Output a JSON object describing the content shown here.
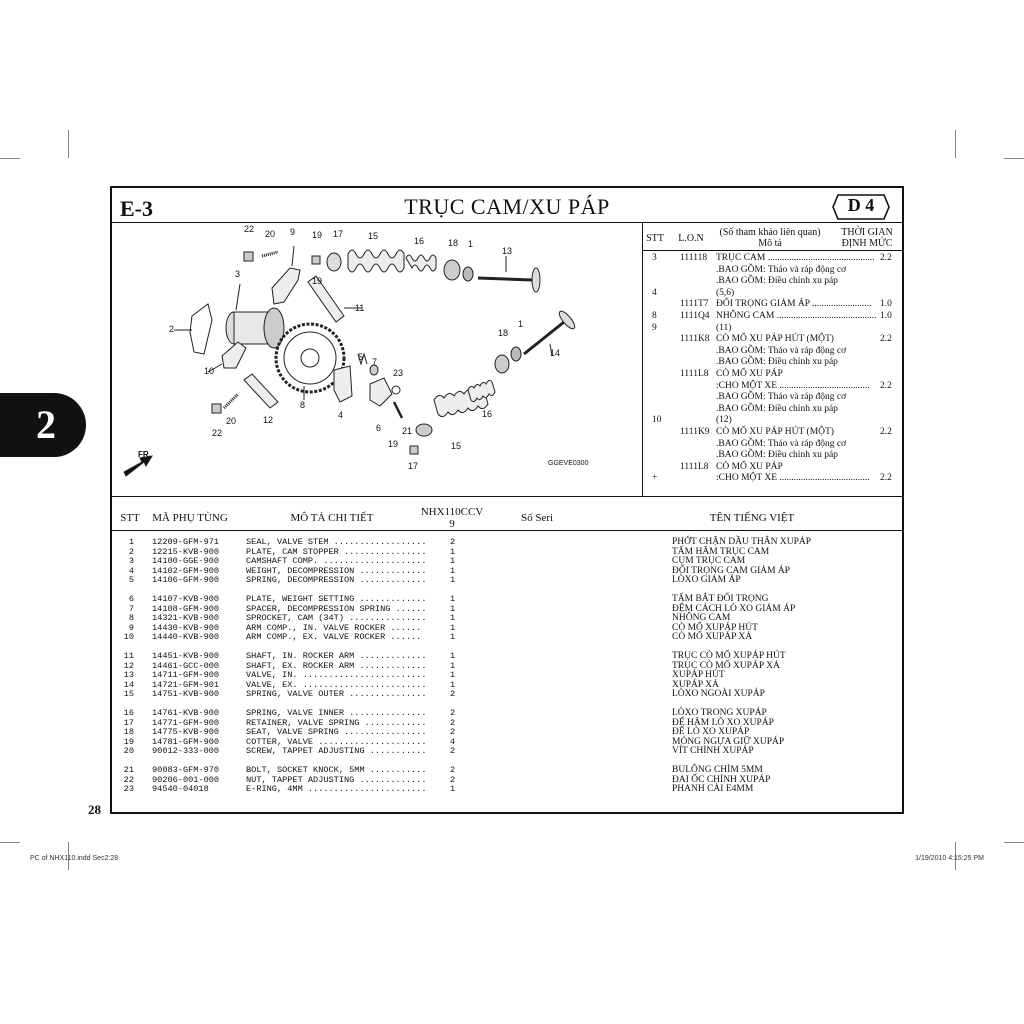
{
  "section_tab": "2",
  "header": {
    "code": "E-3",
    "title": "TRỤC CAM/XU PÁP",
    "badge": "D 4"
  },
  "diagram": {
    "image_code": "GGEVE0300",
    "front_label": "FR.",
    "callouts": [
      "22",
      "20",
      "9",
      "19",
      "17",
      "15",
      "16",
      "18",
      "1",
      "13",
      "3",
      "19",
      "11",
      "2",
      "18",
      "1",
      "14",
      "5",
      "7",
      "23",
      "10",
      "8",
      "4",
      "22",
      "20",
      "12",
      "6",
      "21",
      "16",
      "19",
      "17",
      "15"
    ]
  },
  "ref_table": {
    "headers": {
      "stt": "STT",
      "lon": "L.O.N",
      "desc_top": "(Số tham khảo liên quan)",
      "desc": "Mô tả",
      "time_top": "THỜI GIAN",
      "time": "ĐỊNH MỨC"
    },
    "rows": [
      {
        "stt": "3",
        "code": "111118",
        "desc": "TRỤC CAM .............................................",
        "time": "2.2"
      },
      {
        "stt": "",
        "code": "",
        "desc": ".BAO GỒM: Tháo và ráp động cơ",
        "time": ""
      },
      {
        "stt": "",
        "code": "",
        "desc": ".BAO GỒM: Điều chỉnh xu páp",
        "time": ""
      },
      {
        "stt": "4",
        "code": "",
        "desc": "(5,6)",
        "time": ""
      },
      {
        "stt": "",
        "code": "1111T7",
        "desc": "ĐỐI TRỌNG GIẢM ÁP .........................",
        "time": "1.0"
      },
      {
        "stt": "8",
        "code": "1111Q4",
        "desc": "NHÔNG CAM ..........................................",
        "time": "1.0"
      },
      {
        "stt": "9",
        "code": "",
        "desc": "(11)",
        "time": ""
      },
      {
        "stt": "",
        "code": "1111K8",
        "desc": "CÒ MỔ XU PÁP HÚT (MỘT)",
        "time": "2.2"
      },
      {
        "stt": "",
        "code": "",
        "desc": ".BAO GỒM: Tháo và ráp động cơ",
        "time": ""
      },
      {
        "stt": "",
        "code": "",
        "desc": ".BAO GỒM: Điều chỉnh xu páp",
        "time": ""
      },
      {
        "stt": "",
        "code": "1111L8",
        "desc": "CÒ MỔ XU PÁP",
        "time": ""
      },
      {
        "stt": "",
        "code": "",
        "desc": ":CHO MỘT XE ......................................",
        "time": "2.2"
      },
      {
        "stt": "",
        "code": "",
        "desc": ".BAO GỒM: Tháo và ráp động cơ",
        "time": ""
      },
      {
        "stt": "",
        "code": "",
        "desc": ".BAO GỒM: Điều chỉnh xu páp",
        "time": ""
      },
      {
        "stt": "10",
        "code": "",
        "desc": "(12)",
        "time": ""
      },
      {
        "stt": "",
        "code": "1111K9",
        "desc": "CÒ MỔ XU PÁP HÚT (MỘT)",
        "time": "2.2"
      },
      {
        "stt": "",
        "code": "",
        "desc": ".BAO GỒM: Tháo và ráp động cơ",
        "time": ""
      },
      {
        "stt": "",
        "code": "",
        "desc": ".BAO GỒM: Điều chỉnh xu páp",
        "time": ""
      },
      {
        "stt": "",
        "code": "1111L8",
        "desc": "CÒ MỔ XU PÁP",
        "time": ""
      },
      {
        "stt": "+",
        "code": "",
        "desc": ":CHO MỘT XE ......................................",
        "time": "2.2"
      }
    ]
  },
  "parts_table": {
    "headers": {
      "stt": "STT",
      "part_no": "MÃ PHỤ TÙNG",
      "desc": "MÔ TẢ CHI TIẾT",
      "model": "NHX110CCV",
      "model_sub": "9",
      "serial": "Số Seri",
      "vn": "TÊN TIẾNG VIỆT"
    },
    "rows": [
      {
        "stt": "1",
        "part": "12209-GFM-971",
        "desc": "SEAL, VALVE STEM ..................",
        "qty": "2",
        "vn": "PHỚT CHẶN DẦU THÂN XUPÁP"
      },
      {
        "stt": "2",
        "part": "12215-KVB-900",
        "desc": "PLATE, CAM STOPPER ................",
        "qty": "1",
        "vn": "TẤM HÃM TRỤC CAM"
      },
      {
        "stt": "3",
        "part": "14100-GGE-900",
        "desc": "CAMSHAFT COMP. ....................",
        "qty": "1",
        "vn": "CỤM TRỤC CAM"
      },
      {
        "stt": "4",
        "part": "14102-GFM-900",
        "desc": "WEIGHT, DECOMPRESSION .............",
        "qty": "1",
        "vn": "ĐỐI TRỌNG CAM GIẢM ÁP"
      },
      {
        "stt": "5",
        "part": "14106-GFM-900",
        "desc": "SPRING, DECOMPRESSION .............",
        "qty": "1",
        "vn": "LÒXO GIẢM ÁP"
      },
      {
        "stt": "6",
        "part": "14107-KVB-900",
        "desc": "PLATE, WEIGHT SETTING .............",
        "qty": "1",
        "vn": "TẤM BẮT ĐỐI TRỌNG"
      },
      {
        "stt": "7",
        "part": "14108-GFM-900",
        "desc": "SPACER, DECOMPRESSION SPRING ......",
        "qty": "1",
        "vn": "ĐỆM CÁCH LÒ XO GIẢM ÁP"
      },
      {
        "stt": "8",
        "part": "14321-KVB-900",
        "desc": "SPROCKET, CAM (34T) ...............",
        "qty": "1",
        "vn": "NHÔNG CAM"
      },
      {
        "stt": "9",
        "part": "14430-KVB-900",
        "desc": "ARM COMP., IN. VALVE ROCKER ......",
        "qty": "1",
        "vn": "CÒ MỔ XUPÁP HÚT"
      },
      {
        "stt": "10",
        "part": "14440-KVB-900",
        "desc": "ARM COMP., EX. VALVE ROCKER ......",
        "qty": "1",
        "vn": "CÒ MỔ XUPÁP XẢ"
      },
      {
        "stt": "11",
        "part": "14451-KVB-900",
        "desc": "SHAFT, IN. ROCKER ARM .............",
        "qty": "1",
        "vn": "TRỤC CÒ MỔ XUPÁP HÚT"
      },
      {
        "stt": "12",
        "part": "14461-GCC-000",
        "desc": "SHAFT, EX. ROCKER ARM .............",
        "qty": "1",
        "vn": "TRỤC CÒ MỔ XUPÁP XẢ"
      },
      {
        "stt": "13",
        "part": "14711-GFM-900",
        "desc": "VALVE, IN. ........................",
        "qty": "1",
        "vn": "XUPÁP HÚT"
      },
      {
        "stt": "14",
        "part": "14721-GFM-901",
        "desc": "VALVE, EX. ........................",
        "qty": "1",
        "vn": "XUPÁP XẢ"
      },
      {
        "stt": "15",
        "part": "14751-KVB-900",
        "desc": "SPRING, VALVE OUTER ...............",
        "qty": "2",
        "vn": "LÒXO NGOÀI XUPÁP"
      },
      {
        "stt": "16",
        "part": "14761-KVB-900",
        "desc": "SPRING, VALVE INNER ...............",
        "qty": "2",
        "vn": "LÒXO TRONG XUPÁP"
      },
      {
        "stt": "17",
        "part": "14771-GFM-900",
        "desc": "RETAINER, VALVE SPRING ............",
        "qty": "2",
        "vn": "ĐẾ HÃM LÒ XO XUPÁP"
      },
      {
        "stt": "18",
        "part": "14775-KVB-900",
        "desc": "SEAT, VALVE SPRING ................",
        "qty": "2",
        "vn": "ĐẾ LÒ XO XUPÁP"
      },
      {
        "stt": "19",
        "part": "14781-GFM-900",
        "desc": "COTTER, VALVE .....................",
        "qty": "4",
        "vn": "MÓNG NGỰA GIỮ XUPÁP"
      },
      {
        "stt": "20",
        "part": "90012-333-000",
        "desc": "SCREW, TAPPET ADJUSTING ...........",
        "qty": "2",
        "vn": "VÍT CHỈNH XUPÁP"
      },
      {
        "stt": "21",
        "part": "90083-GFM-970",
        "desc": "BOLT, SOCKET KNOCK, 5MM ...........",
        "qty": "2",
        "vn": "BULÔNG CHÌM 5MM"
      },
      {
        "stt": "22",
        "part": "90206-001-000",
        "desc": "NUT, TAPPET ADJUSTING .............",
        "qty": "2",
        "vn": "ĐAI ỐC CHỈNH XUPÁP"
      },
      {
        "stt": "23",
        "part": "94540-04018",
        "desc": "E-RING, 4MM .......................",
        "qty": "1",
        "vn": "PHANH CÀI E4MM"
      }
    ]
  },
  "page_number": "28",
  "footer": {
    "left": "PC of NHX110.indd   Sec2:28",
    "right": "1/19/2010   4:15:25 PM"
  }
}
